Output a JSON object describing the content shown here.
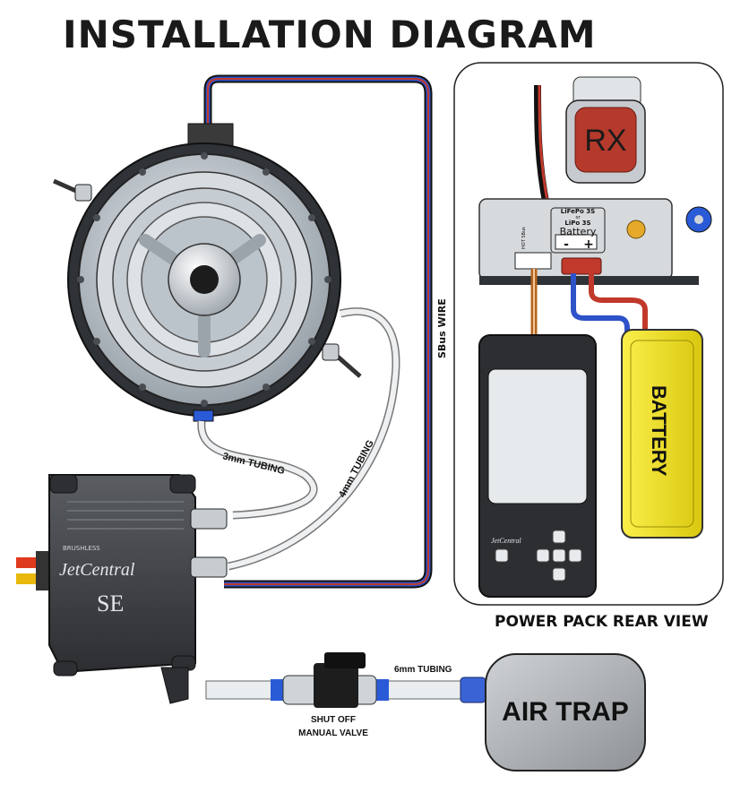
{
  "title": "INSTALLATION DIAGRAM",
  "labels": {
    "rx": "RX",
    "battery_module": "Battery",
    "battery_chem_1": "LiFePo 3S",
    "battery_chem_or": "or",
    "battery_chem_2": "LiPo 3S",
    "battery_minus": "-",
    "battery_plus": "+",
    "port_label": "HOT SBus",
    "sbus_wire": "SBus WIRE",
    "tubing_3mm": "3mm TUBING",
    "tubing_4mm": "4mm TUBING",
    "tubing_6mm": "6mm TUBING",
    "battery_pack": "BATTERY",
    "power_pack_caption": "POWER PACK REAR VIEW",
    "ecu_brand_small": "BRUSHLESS",
    "ecu_brand": "JetCentral",
    "ecu_model": "SE",
    "gsu_brand": "JetCentral",
    "valve_line1": "SHUT OFF",
    "valve_line2": "MANUAL VALVE",
    "air_trap": "AIR TRAP"
  },
  "colors": {
    "wire_red": "#c0392b",
    "wire_blue": "#2e52c8",
    "wire_black": "#111111",
    "rx_red": "#b53a2c",
    "battery_yellow": "#f2e21a",
    "metal_dark": "#3b3d41",
    "grey_body": "#b9bec3"
  }
}
